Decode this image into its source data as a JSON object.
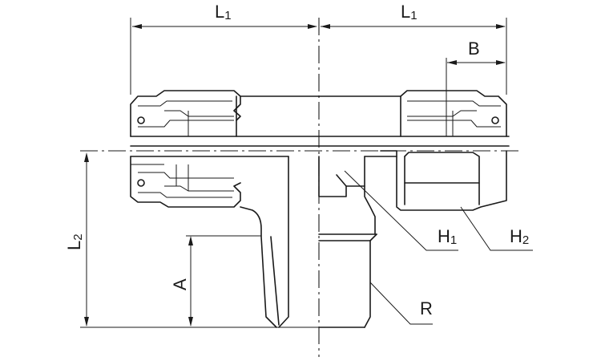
{
  "labels": {
    "l1_left": "L",
    "l1_left_sub": "1",
    "l1_right": "L",
    "l1_right_sub": "1",
    "b": "B",
    "l2": "L",
    "l2_sub": "2",
    "a": "A",
    "h1": "H",
    "h1_sub": "1",
    "h2": "H",
    "h2_sub": "2",
    "r": "R"
  }
}
